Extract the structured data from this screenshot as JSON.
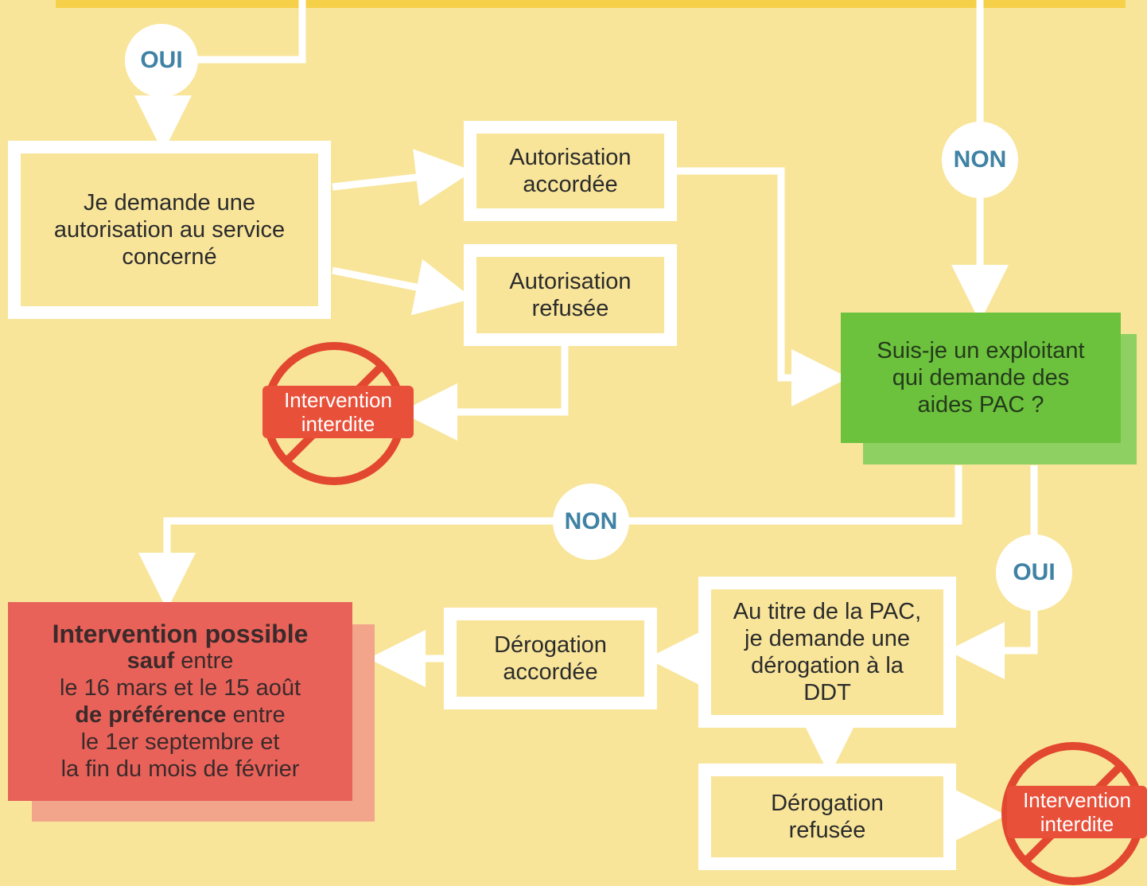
{
  "labels": {
    "oui_top": "OUI",
    "non_right": "NON",
    "non_middle": "NON",
    "oui_bottom": "OUI"
  },
  "boxes": {
    "demande_autorisation": [
      "Je demande une",
      "autorisation au service",
      "concerné"
    ],
    "autorisation_accordee": [
      "Autorisation",
      "accordée"
    ],
    "autorisation_refusee": [
      "Autorisation",
      "refusée"
    ],
    "question_pac": [
      "Suis-je un exploitant",
      "qui demande des",
      "aides PAC ?"
    ],
    "demande_derogation": [
      "Au titre de la PAC,",
      "je demande une",
      "dérogation à la",
      "DDT"
    ],
    "derogation_accordee": [
      "Dérogation",
      "accordée"
    ],
    "derogation_refusee": [
      "Dérogation",
      "refusée"
    ]
  },
  "result": {
    "title": "Intervention possible",
    "line2_bold": "sauf",
    "line2_rest": " entre",
    "line3": "le 16 mars et le 15 août",
    "line4_bold": "de préférence",
    "line4_rest": " entre",
    "line5": "le 1er septembre et",
    "line6": "la fin du mois de février"
  },
  "forbidden": {
    "line1": "Intervention",
    "line2": "interdite"
  },
  "colors": {
    "background": "#f8e59a",
    "green": "#6cc13d",
    "red": "#e8625a",
    "bubble_text": "#3f82a4",
    "ban_ring": "#e2472f"
  }
}
